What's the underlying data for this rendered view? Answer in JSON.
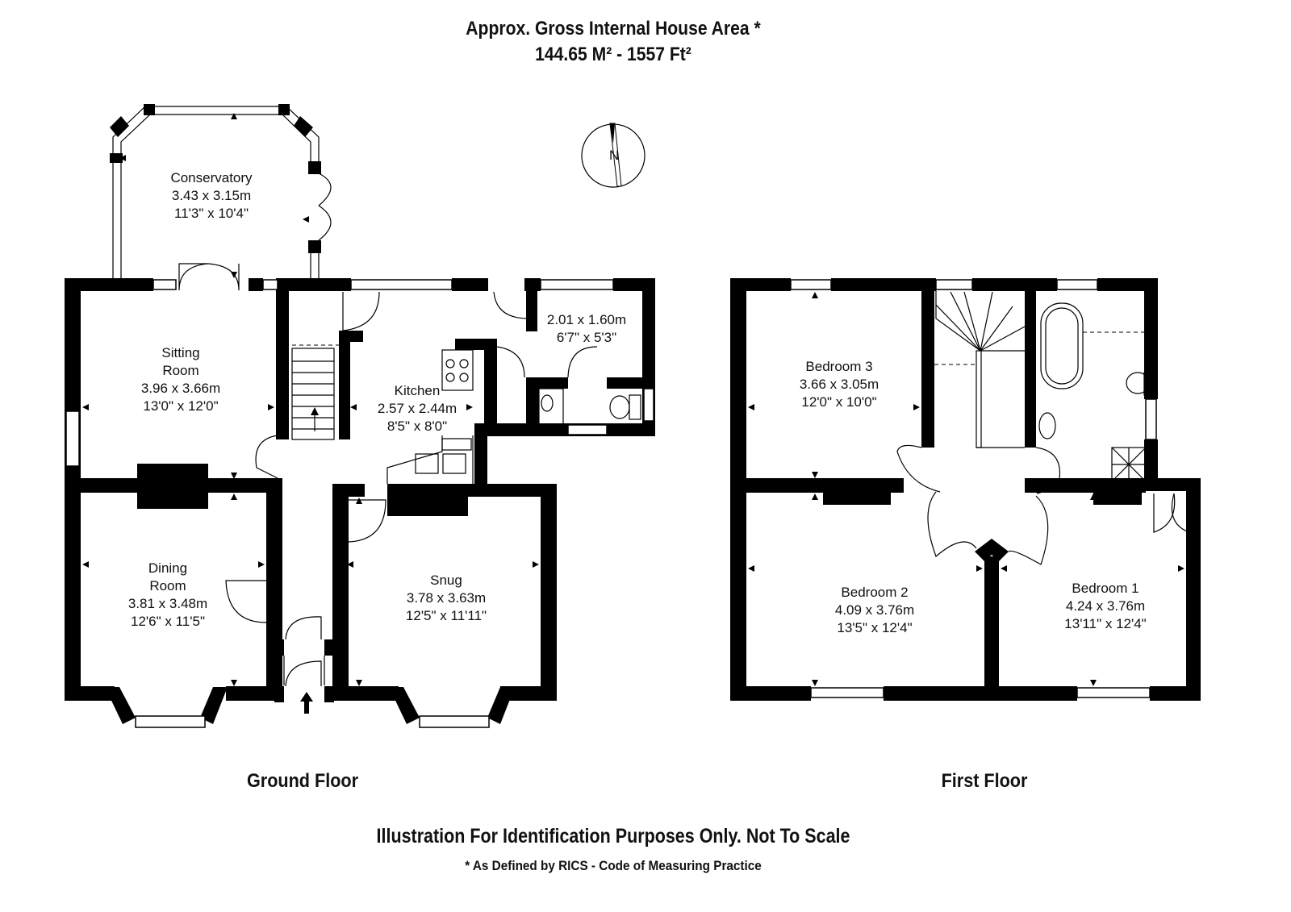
{
  "header": {
    "line1": "Approx. Gross Internal House Area *",
    "line2": "144.65 M²  -  1557 Ft²"
  },
  "compass_letter": "N",
  "ground_floor": {
    "label": "Ground Floor",
    "rooms": {
      "conservatory": {
        "name": "Conservatory",
        "metric": "3.43 x 3.15m",
        "imperial": "11'3\" x 10'4\""
      },
      "sitting": {
        "name1": "Sitting",
        "name2": "Room",
        "metric": "3.96 x 3.66m",
        "imperial": "13'0\" x 12'0\""
      },
      "kitchen": {
        "name": "Kitchen",
        "metric": "2.57 x 2.44m",
        "imperial": "8'5\" x 8'0\""
      },
      "utility": {
        "metric": "2.01 x 1.60m",
        "imperial": "6'7\" x 5'3\""
      },
      "dining": {
        "name1": "Dining",
        "name2": "Room",
        "metric": "3.81 x 3.48m",
        "imperial": "12'6\" x 11'5\""
      },
      "snug": {
        "name": "Snug",
        "metric": "3.78 x 3.63m",
        "imperial": "12'5\" x 11'11\""
      }
    }
  },
  "first_floor": {
    "label": "First Floor",
    "rooms": {
      "bedroom3": {
        "name": "Bedroom 3",
        "metric": "3.66 x 3.05m",
        "imperial": "12'0\" x 10'0\""
      },
      "bedroom2": {
        "name": "Bedroom 2",
        "metric": "4.09 x 3.76m",
        "imperial": "13'5\" x 12'4\""
      },
      "bedroom1": {
        "name": "Bedroom 1",
        "metric": "4.24 x 3.76m",
        "imperial": "13'11\" x 12'4\""
      }
    }
  },
  "footer": {
    "disclaimer": "Illustration For Identification Purposes Only. Not To Scale",
    "note": "* As Defined by RICS - Code of Measuring Practice"
  }
}
